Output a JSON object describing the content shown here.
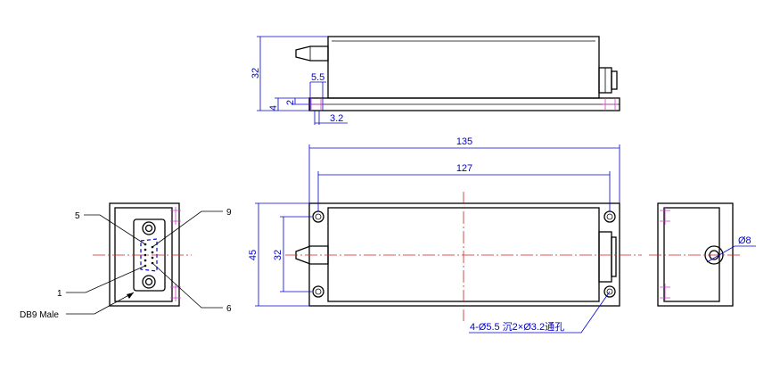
{
  "dims": {
    "height_32_side": "32",
    "flange_5_5": "5.5",
    "thick_4": "4",
    "thick_2": "2",
    "hole_3_2": "3.2",
    "length_135": "135",
    "length_127": "127",
    "width_45": "45",
    "hole_span_32": "32",
    "boss_dia": "Ø8",
    "hole_note": "4-Ø5.5 沉2×Ø3.2通孔"
  },
  "labels": {
    "pin5": "5",
    "pin9": "9",
    "pin1": "1",
    "pin6": "6",
    "connector": "DB9 Male"
  },
  "colors": {
    "outline": "#000000",
    "dimension": "#0000d0",
    "centerline": "#d02020",
    "hidden": "#d040d0"
  }
}
